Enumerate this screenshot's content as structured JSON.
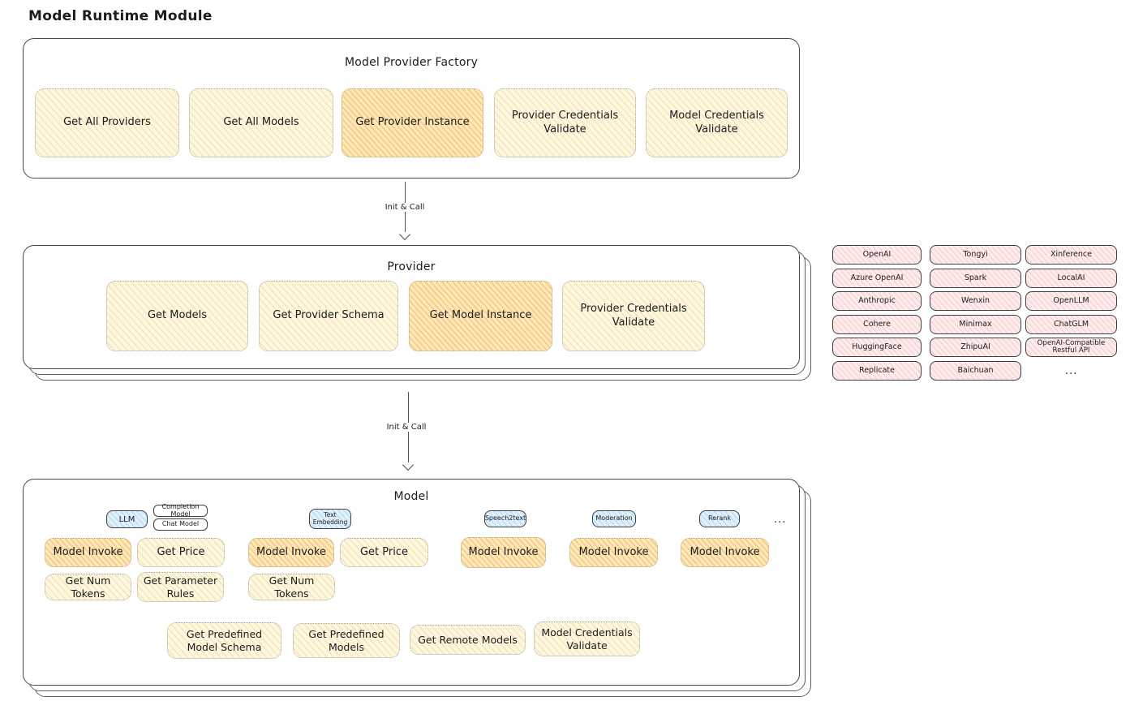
{
  "page": {
    "title": "Model Runtime Module"
  },
  "factory": {
    "title": "Model Provider Factory",
    "boxes": [
      {
        "label": "Get All Providers",
        "highlight": false
      },
      {
        "label": "Get All Models",
        "highlight": false
      },
      {
        "label": "Get Provider Instance",
        "highlight": true
      },
      {
        "label": "Provider Credentials Validate",
        "highlight": false
      },
      {
        "label": "Model Credentials Validate",
        "highlight": false
      }
    ]
  },
  "arrows": {
    "init_call_1": "Init & Call",
    "init_call_2": "Init & Call"
  },
  "provider": {
    "title": "Provider",
    "boxes": [
      {
        "label": "Get Models",
        "highlight": false
      },
      {
        "label": "Get Provider Schema",
        "highlight": false
      },
      {
        "label": "Get Model Instance",
        "highlight": true
      },
      {
        "label": "Provider Credentials Validate",
        "highlight": false
      }
    ]
  },
  "providers_grid": {
    "columns": [
      [
        "OpenAI",
        "Azure OpenAI",
        "Anthropic",
        "Cohere",
        "HuggingFace",
        "Replicate"
      ],
      [
        "Tongyi",
        "Spark",
        "Wenxin",
        "Minimax",
        "ZhipuAI",
        "Baichuan"
      ],
      [
        "Xinference",
        "LocalAI",
        "OpenLLM",
        "ChatGLM",
        "OpenAI-Compatible Restful API"
      ]
    ],
    "ellipsis": "..."
  },
  "model": {
    "title": "Model",
    "groups": [
      {
        "tag": "LLM",
        "subtags": [
          "Completion Model",
          "Chat Model"
        ],
        "ops": [
          "Model Invoke",
          "Get Price",
          "Get Num Tokens",
          "Get Parameter Rules"
        ]
      },
      {
        "tag": "Text Embedding",
        "ops": [
          "Model Invoke",
          "Get Price",
          "Get Num Tokens"
        ]
      },
      {
        "tag": "Speech2text",
        "ops": [
          "Model Invoke"
        ]
      },
      {
        "tag": "Moderation",
        "ops": [
          "Model Invoke"
        ]
      },
      {
        "tag": "Rerank",
        "ops": [
          "Model Invoke"
        ]
      }
    ],
    "ellipsis": "...",
    "bottom_ops": [
      "Get Predefined Model Schema",
      "Get Predefined Models",
      "Get Remote Models",
      "Model Credentials Validate"
    ]
  },
  "colors": {
    "node_yellow": "#fdf7e1",
    "node_orange_highlight": "#fde9bd",
    "provider_pink": "#ffecec",
    "tag_blue": "#e2f0fa",
    "stroke_dark": "#47494e",
    "text": "#1c1c20"
  }
}
